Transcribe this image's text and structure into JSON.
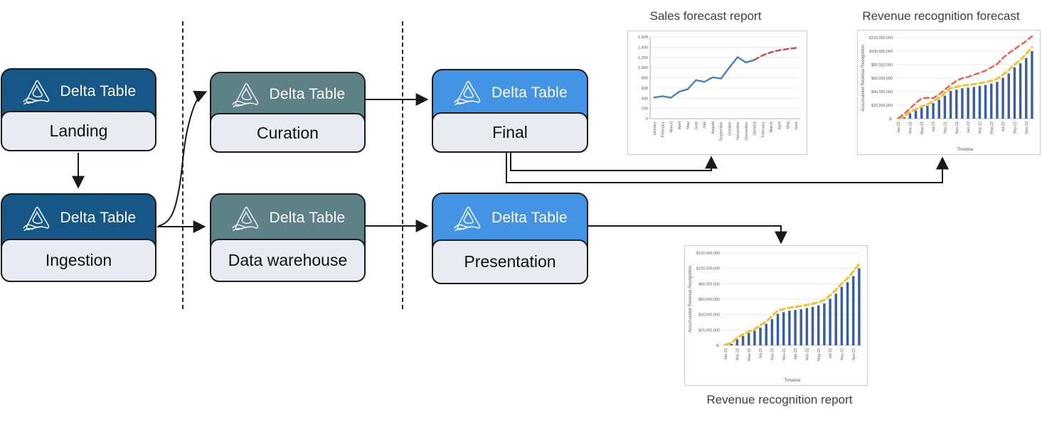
{
  "diagram": {
    "boxes": [
      {
        "header": "Delta Table",
        "label": "Landing",
        "icon": "delta-lake-logo"
      },
      {
        "header": "Delta Table",
        "label": "Ingestion",
        "icon": "delta-lake-logo"
      },
      {
        "header": "Delta Table",
        "label": "Curation",
        "icon": "delta-lake-logo"
      },
      {
        "header": "Delta Table",
        "label": "Data warehouse",
        "icon": "delta-lake-logo"
      },
      {
        "header": "Delta Table",
        "label": "Final",
        "icon": "delta-lake-logo"
      },
      {
        "header": "Delta Table",
        "label": "Presentation",
        "icon": "delta-lake-logo"
      }
    ],
    "colors": {
      "landing_ingestion_header": "#165788",
      "curation_warehouse_header": "#5e8187",
      "final_presentation_header": "#4494e6",
      "body": "#e8ecf2",
      "border": "#1c1c1c"
    }
  },
  "chart_data": [
    {
      "type": "line",
      "title": "Sales forecast report",
      "xlabel": "",
      "ylabel": "",
      "grid": true,
      "legend": "none",
      "ylim": [
        0,
        1600
      ],
      "yticks": [
        "0",
        "200",
        "400",
        "600",
        "800",
        "1,000",
        "1,200",
        "1,400",
        "1,600"
      ],
      "categories": [
        "January",
        "February",
        "March",
        "April",
        "May",
        "June",
        "July",
        "August",
        "September",
        "October",
        "November",
        "December",
        "January",
        "February",
        "March",
        "April",
        "May",
        "June"
      ],
      "series": [
        {
          "name": "actual",
          "style": "solid",
          "color": "#4a7fbe",
          "values": [
            415,
            440,
            410,
            530,
            575,
            755,
            720,
            810,
            785,
            1000,
            1205,
            1100,
            1150,
            null,
            null,
            null,
            null,
            null
          ]
        },
        {
          "name": "forecast",
          "style": "dashed",
          "color": "#c0504d",
          "values": [
            null,
            null,
            null,
            null,
            null,
            null,
            null,
            null,
            null,
            null,
            null,
            null,
            1150,
            1240,
            1300,
            1340,
            1365,
            1385
          ]
        }
      ]
    },
    {
      "type": "combo",
      "title": "Revenue recognition forecast",
      "xlabel": "Timeline",
      "ylabel": "Accumulated Revenue Recognition",
      "grid": true,
      "legend": "none",
      "ylim": [
        0,
        120000000
      ],
      "yticks": [
        "$-",
        "$20,000,000",
        "$40,000,000",
        "$60,000,000",
        "$80,000,000",
        "$100,000,000",
        "$120,000,000"
      ],
      "xtick_shown_every": 2,
      "categories": [
        "Jan-21",
        "Feb-21",
        "Mar-21",
        "Apr-21",
        "May-21",
        "Jun-21",
        "Jul-21",
        "Aug-21",
        "Sep-21",
        "Oct-21",
        "Nov-21",
        "Dec-21",
        "Jan-22",
        "Feb-22",
        "Mar-22",
        "Apr-22",
        "May-22",
        "Jun-22",
        "Jul-22",
        "Aug-22",
        "Sep-22",
        "Oct-22",
        "Nov-22",
        "Dec-22"
      ],
      "bars": {
        "name": "accumulated-revenue",
        "color": "#3d5e9d",
        "values": [
          500000,
          2000000,
          8000000,
          12000000,
          16000000,
          19000000,
          23000000,
          28000000,
          34000000,
          41000000,
          43000000,
          45000000,
          46000000,
          47000000,
          48500000,
          50000000,
          52000000,
          54500000,
          60500000,
          67000000,
          76000000,
          82000000,
          90000000,
          100000000
        ]
      },
      "lines": [
        {
          "name": "recognition-trend",
          "color": "#f2c02f",
          "style": "dashed",
          "width": 3,
          "values": [
            1000000,
            3000000,
            10000000,
            14000000,
            18000000,
            21000000,
            26000000,
            31000000,
            38000000,
            45000000,
            47000000,
            49000000,
            50000000,
            51000000,
            52500000,
            54000000,
            56000000,
            59000000,
            65000000,
            72000000,
            80000000,
            87000000,
            96000000,
            106000000
          ]
        },
        {
          "name": "forecast-trend",
          "color": "#f05547",
          "style": "dashed",
          "width": 2.3,
          "values": [
            1000000,
            7000000,
            15000000,
            23000000,
            30000000,
            31000000,
            30500000,
            36000000,
            43000000,
            50000000,
            56000000,
            60000000,
            62000000,
            65000000,
            68000000,
            71000000,
            76000000,
            81000000,
            90000000,
            97000000,
            103000000,
            109000000,
            115000000,
            122000000
          ]
        }
      ]
    },
    {
      "type": "combo",
      "title": "Revenue recognition report",
      "xlabel": "Timeline",
      "ylabel": "Accumulated Revenue Recognition",
      "grid": true,
      "legend": "none",
      "ylim": [
        0,
        120000000
      ],
      "yticks": [
        "$-",
        "$20,000,000",
        "$40,000,000",
        "$60,000,000",
        "$80,000,000",
        "$100,000,000",
        "$120,000,000"
      ],
      "xtick_shown_every": 2,
      "categories": [
        "Jan-21",
        "Feb-21",
        "Mar-21",
        "Apr-21",
        "May-21",
        "Jun-21",
        "Jul-21",
        "Aug-21",
        "Sep-21",
        "Oct-21",
        "Nov-21",
        "Dec-21",
        "Jan-22",
        "Feb-22",
        "Mar-22",
        "Apr-22",
        "May-22",
        "Jun-22",
        "Jul-22",
        "Aug-22",
        "Sep-22",
        "Oct-22",
        "Nov-22",
        "Dec-22"
      ],
      "bars": {
        "name": "accumulated-revenue",
        "color": "#3d5e9d",
        "values": [
          500000,
          2000000,
          8000000,
          12000000,
          16000000,
          19000000,
          23000000,
          28000000,
          34000000,
          41000000,
          43000000,
          45000000,
          46000000,
          47000000,
          48500000,
          50000000,
          52000000,
          54500000,
          60500000,
          67000000,
          76000000,
          82000000,
          90000000,
          100000000
        ]
      },
      "lines": [
        {
          "name": "recognition-trend",
          "color": "#f2c02f",
          "style": "dashed",
          "width": 3,
          "values": [
            1000000,
            3000000,
            10000000,
            14000000,
            18000000,
            21000000,
            26000000,
            31000000,
            38000000,
            45000000,
            47000000,
            49000000,
            50000000,
            51000000,
            52500000,
            54000000,
            56000000,
            59000000,
            65000000,
            72000000,
            80000000,
            87000000,
            96000000,
            106000000
          ]
        }
      ]
    }
  ]
}
